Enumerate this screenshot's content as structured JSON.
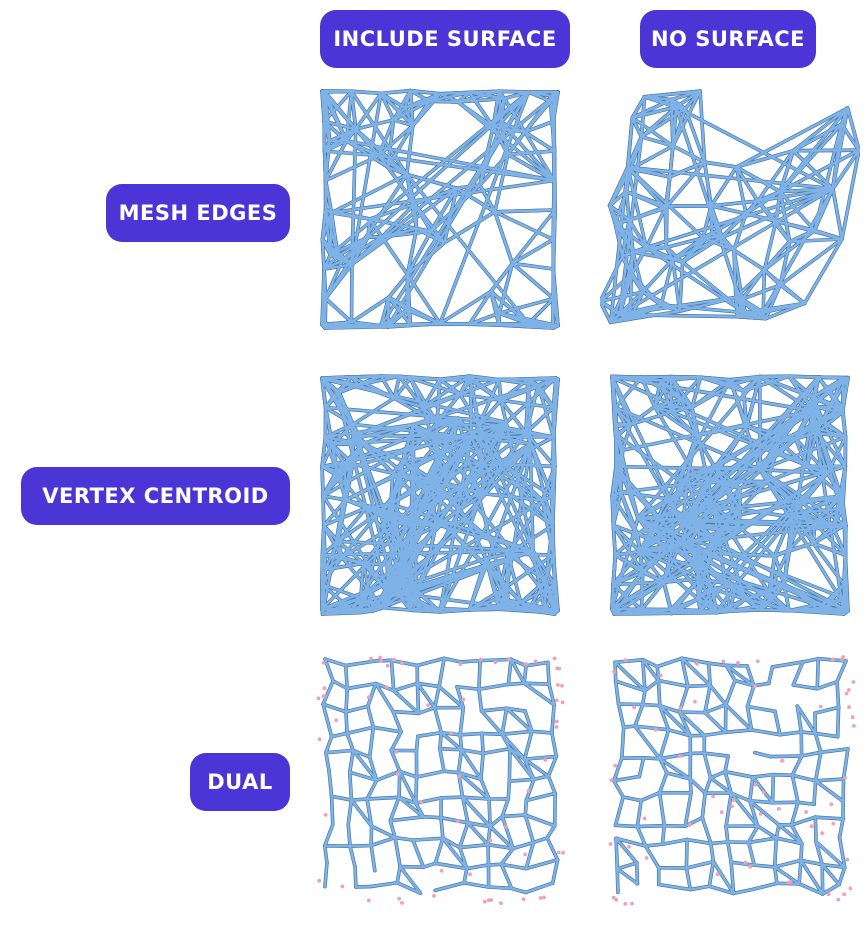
{
  "columns": {
    "include_surface": "INCLUDE SURFACE",
    "no_surface": "NO SURFACE"
  },
  "rows": {
    "mesh_edges": "MESH EDGES",
    "vertex_centroid": "VERTEX CENTROID",
    "dual": "DUAL"
  },
  "colors": {
    "label_background": "#4b35d6",
    "label_text": "#ffffff",
    "mesh_line": "#7fb2e6",
    "mesh_outline": "#3f6f9e",
    "dual_points": "#f2a0b4"
  }
}
